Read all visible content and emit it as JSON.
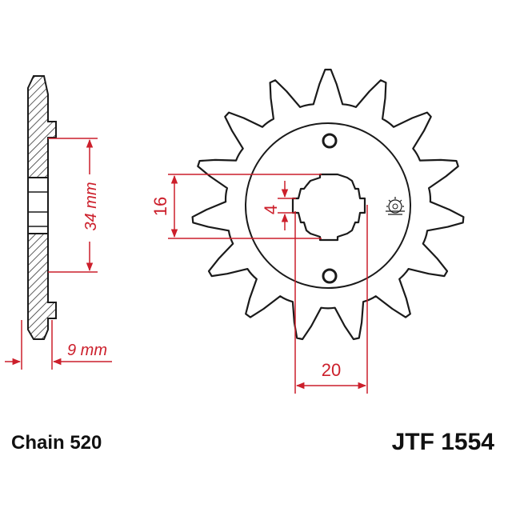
{
  "diagram": {
    "dimensions": {
      "bore_height": "16",
      "keyway_width": "4",
      "bore_width": "20",
      "center_distance": "34 mm",
      "thickness": "9 mm"
    },
    "chain_label": "Chain 520",
    "part_number": "JTF 1554",
    "teeth_count": 15,
    "colors": {
      "outline": "#1a1a1a",
      "dimension": "#cc1f2b",
      "hatch": "#333333"
    },
    "icons": [
      "mount-hole-icon",
      "sprocket-logo-icon"
    ]
  }
}
